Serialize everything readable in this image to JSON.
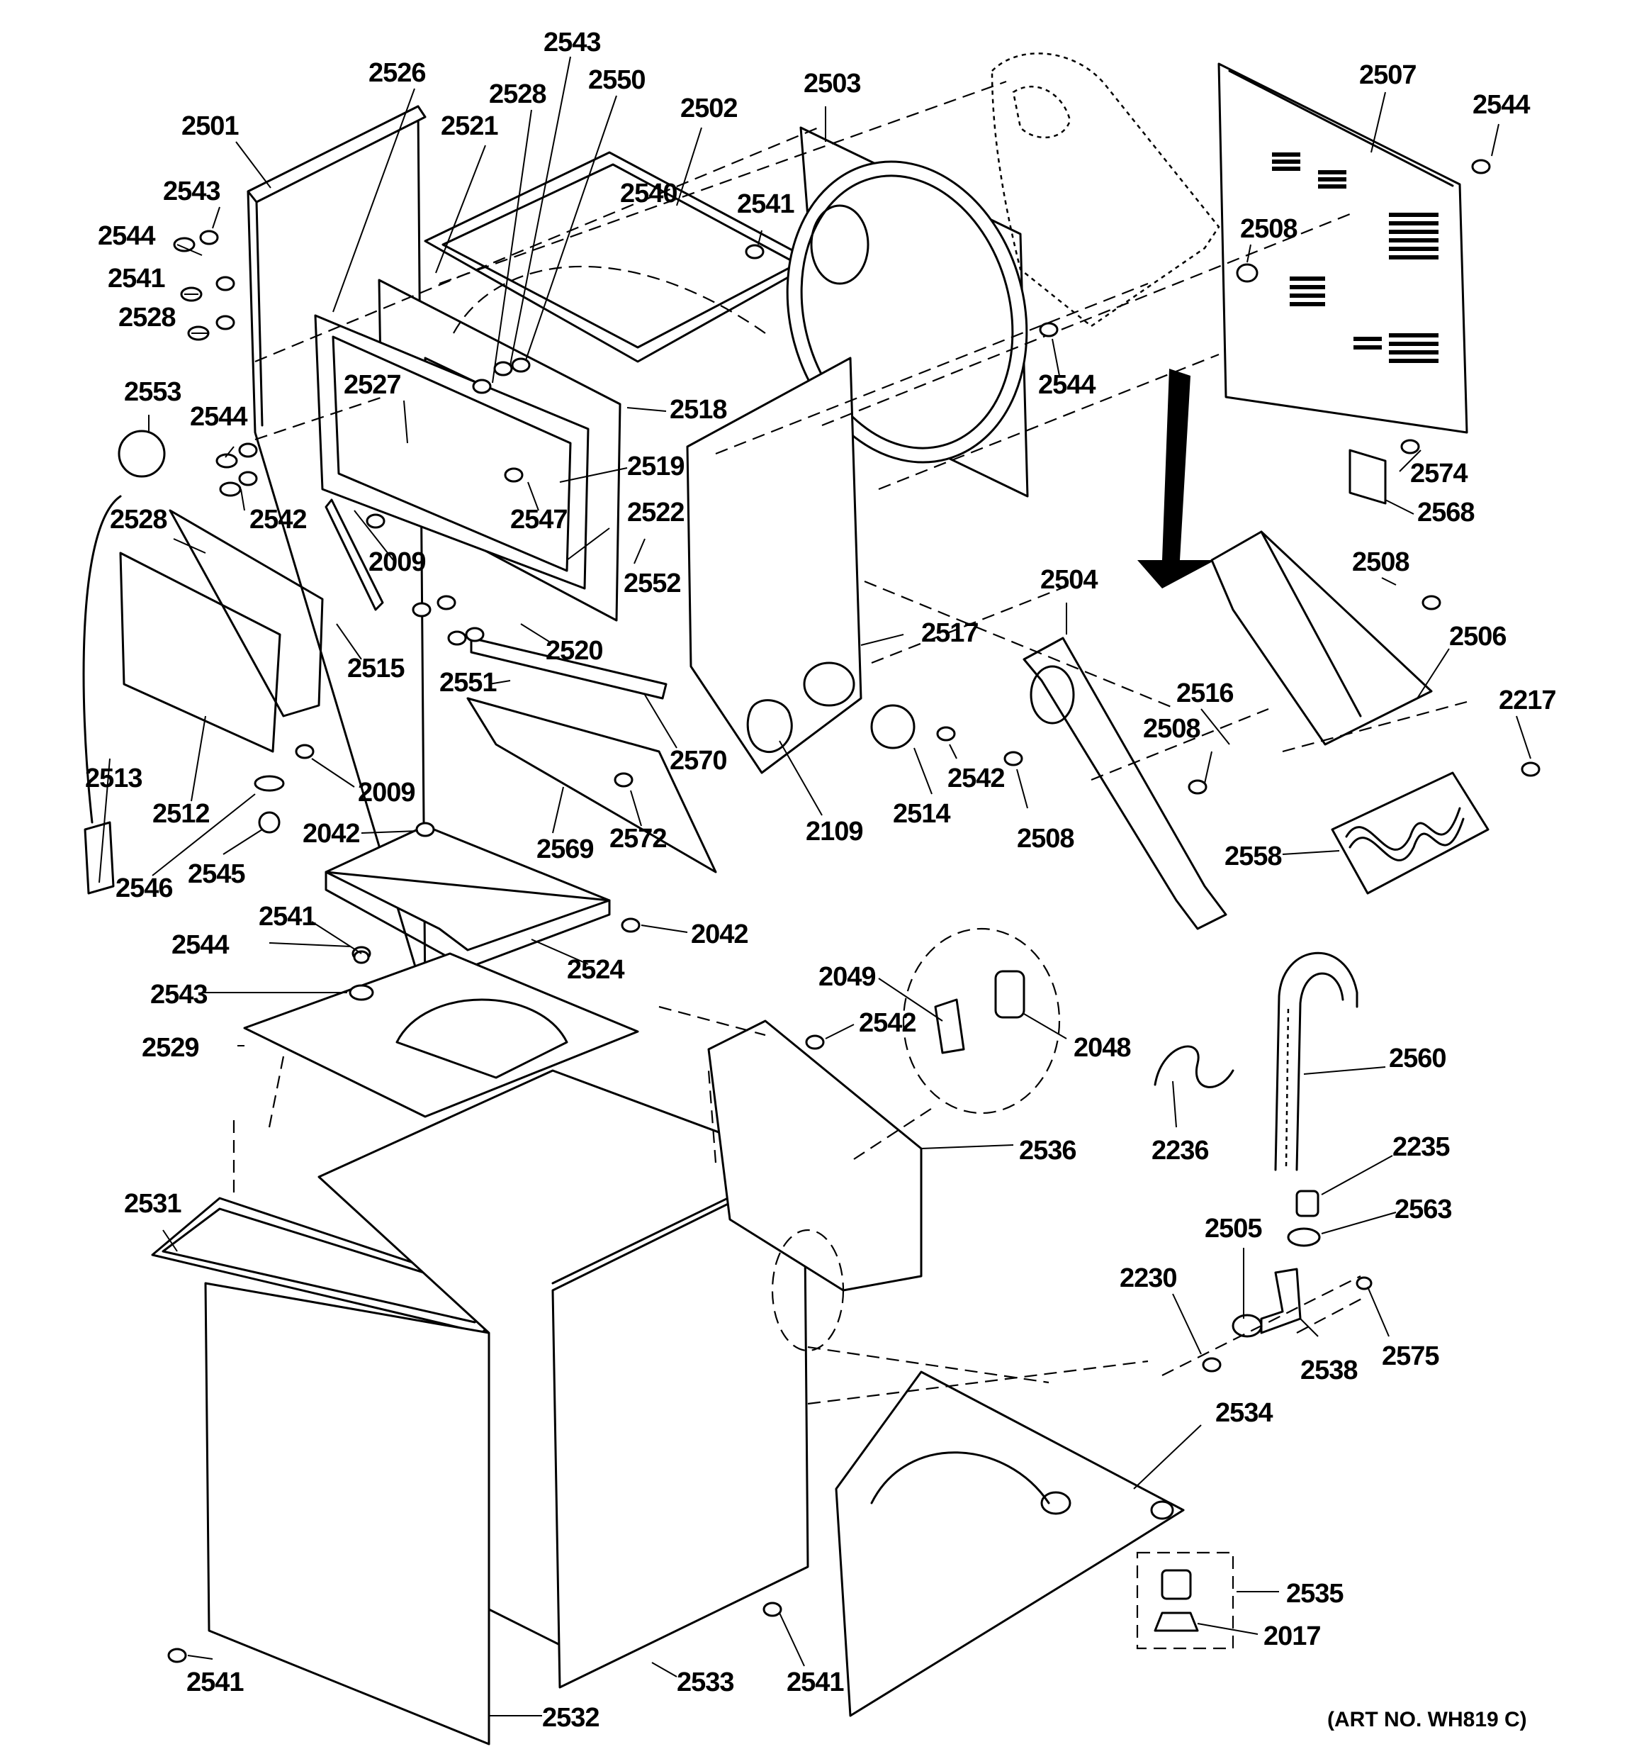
{
  "art_number": "(ART NO. WH819 C)",
  "parts": [
    {
      "id": "p2501",
      "label": "2501"
    },
    {
      "id": "p2526",
      "label": "2526"
    },
    {
      "id": "p2543a",
      "label": "2543"
    },
    {
      "id": "p2528a",
      "label": "2528"
    },
    {
      "id": "p2550",
      "label": "2550"
    },
    {
      "id": "p2502",
      "label": "2502"
    },
    {
      "id": "p2503",
      "label": "2503"
    },
    {
      "id": "p2507",
      "label": "2507"
    },
    {
      "id": "p2544a",
      "label": "2544"
    },
    {
      "id": "p2521",
      "label": "2521"
    },
    {
      "id": "p2543b",
      "label": "2543"
    },
    {
      "id": "p2540",
      "label": "2540"
    },
    {
      "id": "p2541a",
      "label": "2541"
    },
    {
      "id": "p2544b",
      "label": "2544"
    },
    {
      "id": "p2541b",
      "label": "2541"
    },
    {
      "id": "p2528b",
      "label": "2528"
    },
    {
      "id": "p2508a",
      "label": "2508"
    },
    {
      "id": "p2544c",
      "label": "2544"
    },
    {
      "id": "p2553",
      "label": "2553"
    },
    {
      "id": "p2527",
      "label": "2527"
    },
    {
      "id": "p2518",
      "label": "2518"
    },
    {
      "id": "p2544d",
      "label": "2544"
    },
    {
      "id": "p2519",
      "label": "2519"
    },
    {
      "id": "p2574",
      "label": "2574"
    },
    {
      "id": "p2542a",
      "label": "2542"
    },
    {
      "id": "p2547",
      "label": "2547"
    },
    {
      "id": "p2522",
      "label": "2522"
    },
    {
      "id": "p2568",
      "label": "2568"
    },
    {
      "id": "p2528c",
      "label": "2528"
    },
    {
      "id": "p2009a",
      "label": "2009"
    },
    {
      "id": "p2552",
      "label": "2552"
    },
    {
      "id": "p2504",
      "label": "2504"
    },
    {
      "id": "p2508b",
      "label": "2508"
    },
    {
      "id": "p2520",
      "label": "2520"
    },
    {
      "id": "p2517",
      "label": "2517"
    },
    {
      "id": "p2506",
      "label": "2506"
    },
    {
      "id": "p2515",
      "label": "2515"
    },
    {
      "id": "p2551",
      "label": "2551"
    },
    {
      "id": "p2516",
      "label": "2516"
    },
    {
      "id": "p2217",
      "label": "2217"
    },
    {
      "id": "p2508c",
      "label": "2508"
    },
    {
      "id": "p2570",
      "label": "2570"
    },
    {
      "id": "p2513",
      "label": "2513"
    },
    {
      "id": "p2009b",
      "label": "2009"
    },
    {
      "id": "p2542b",
      "label": "2542"
    },
    {
      "id": "p2512",
      "label": "2512"
    },
    {
      "id": "p2514",
      "label": "2514"
    },
    {
      "id": "p2109",
      "label": "2109"
    },
    {
      "id": "p2508d",
      "label": "2508"
    },
    {
      "id": "p2042a",
      "label": "2042"
    },
    {
      "id": "p2572",
      "label": "2572"
    },
    {
      "id": "p2558",
      "label": "2558"
    },
    {
      "id": "p2569",
      "label": "2569"
    },
    {
      "id": "p2546",
      "label": "2546"
    },
    {
      "id": "p2545",
      "label": "2545"
    },
    {
      "id": "p2042b",
      "label": "2042"
    },
    {
      "id": "p2541c",
      "label": "2541"
    },
    {
      "id": "p2544e",
      "label": "2544"
    },
    {
      "id": "p2524",
      "label": "2524"
    },
    {
      "id": "p2049",
      "label": "2049"
    },
    {
      "id": "p2543c",
      "label": "2543"
    },
    {
      "id": "p2542c",
      "label": "2542"
    },
    {
      "id": "p2529",
      "label": "2529"
    },
    {
      "id": "p2048",
      "label": "2048"
    },
    {
      "id": "p2560",
      "label": "2560"
    },
    {
      "id": "p2536",
      "label": "2536"
    },
    {
      "id": "p2236",
      "label": "2236"
    },
    {
      "id": "p2235",
      "label": "2235"
    },
    {
      "id": "p2531",
      "label": "2531"
    },
    {
      "id": "p2563",
      "label": "2563"
    },
    {
      "id": "p2505",
      "label": "2505"
    },
    {
      "id": "p2230",
      "label": "2230"
    },
    {
      "id": "p2538",
      "label": "2538"
    },
    {
      "id": "p2575",
      "label": "2575"
    },
    {
      "id": "p2534",
      "label": "2534"
    },
    {
      "id": "p2535",
      "label": "2535"
    },
    {
      "id": "p2017",
      "label": "2017"
    },
    {
      "id": "p2541d",
      "label": "2541"
    },
    {
      "id": "p2533",
      "label": "2533"
    },
    {
      "id": "p2541e",
      "label": "2541"
    },
    {
      "id": "p2532",
      "label": "2532"
    }
  ]
}
